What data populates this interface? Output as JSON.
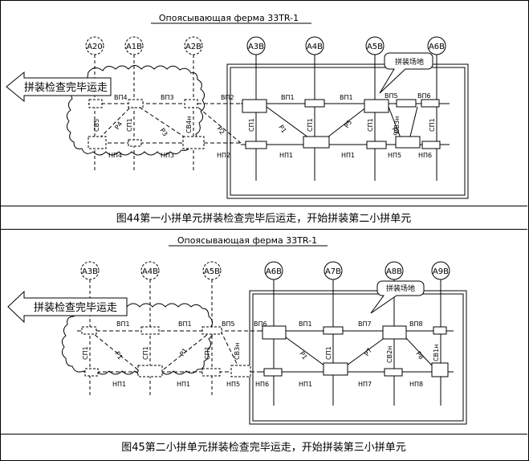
{
  "figure44": {
    "title": "Опоясывающая ферма 33TR-1",
    "axes": [
      "A20",
      "A1B",
      "A2B",
      "A3B",
      "A4B",
      "A5B",
      "A6B"
    ],
    "moved_label": "拼装检查完毕运走",
    "site_label": "拼装场地",
    "top_chords": [
      "ВП4",
      "ВП3",
      "ВП2",
      "ВП1",
      "ВП1",
      "ВП5",
      "ВП6"
    ],
    "bottom_chords": [
      "НП4",
      "НП3",
      "НП2",
      "НП1",
      "НП1",
      "НП5",
      "НП6"
    ],
    "columns": [
      "СВ5",
      "СП1",
      "СВ4н",
      "СП1",
      "СП1",
      "СП1",
      "СВ3н",
      "СП1"
    ],
    "diagonals": [
      "Р4",
      "Р3",
      "Р2",
      "Р1",
      "Р5",
      "Р6"
    ],
    "caption": "图44第一小拼单元拼装检查完毕后运走，开始拼装第二小拼单元"
  },
  "figure45": {
    "title": "Опоясывающая ферма 33TR-1",
    "axes": [
      "A3B",
      "A4B",
      "A5B",
      "A6B",
      "A7B",
      "A8B",
      "A9B"
    ],
    "moved_label": "拼装检查完毕运走",
    "site_label": "拼装场地",
    "top_chords": [
      "ВП1",
      "ВП1",
      "ВП5",
      "ВП6",
      "ВП1",
      "ВП7",
      "ВП8"
    ],
    "bottom_chords": [
      "НП1",
      "НП1",
      "НП5",
      "НП6",
      "НП1",
      "НП7",
      "НП8"
    ],
    "columns": [
      "СП1",
      "СП1",
      "СП1",
      "СВ3н",
      "СП1",
      "СВ2н",
      "СВ1н"
    ],
    "diagonals": [
      "Р1",
      "Р1",
      "Р1",
      "Р7",
      "Р8"
    ],
    "caption": "图45第二小拼单元拼装检查完毕运走，开始拼装第三小拼单元"
  }
}
